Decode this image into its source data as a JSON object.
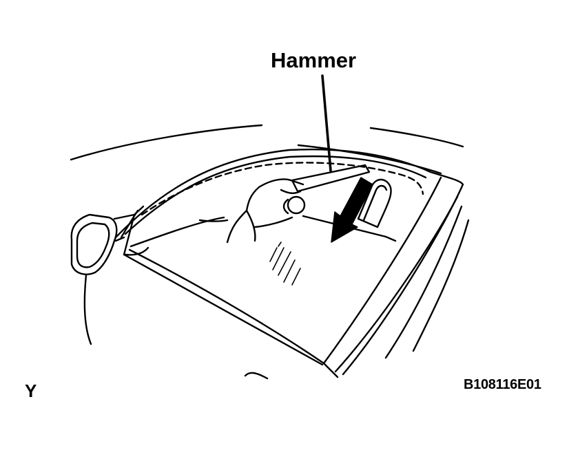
{
  "labels": {
    "hammer": "Hammer",
    "view_letter": "Y",
    "figure_code": "B108116E01"
  },
  "colors": {
    "ink": "#000000",
    "paper": "#ffffff"
  }
}
